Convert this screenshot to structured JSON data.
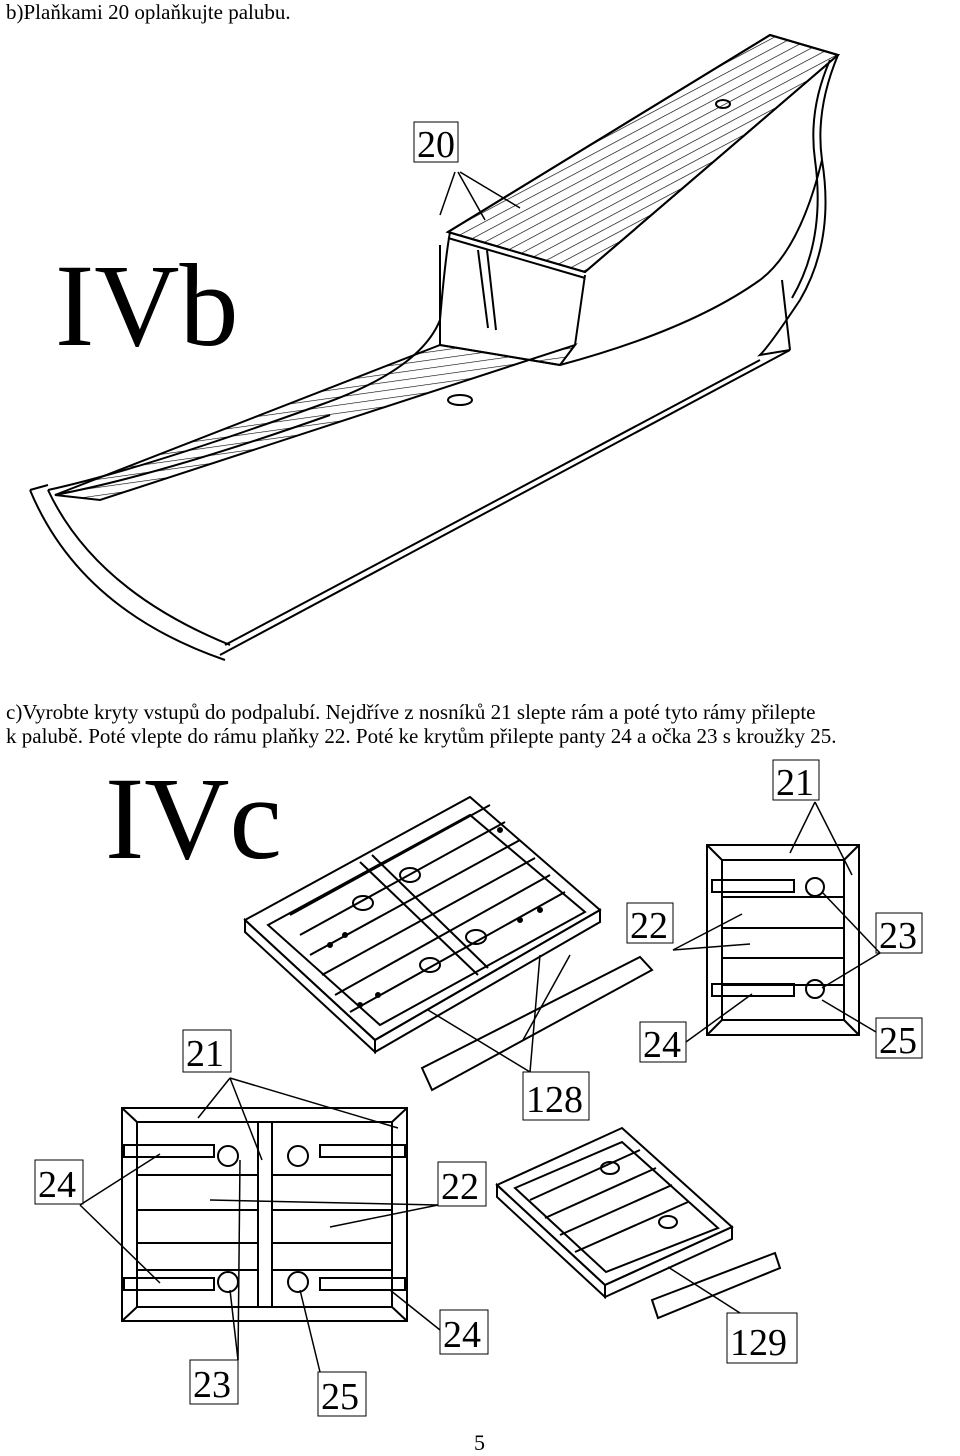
{
  "page": {
    "step_b": "b)Plaňkami 20 oplaňkujte palubu.",
    "step_c_line1": "c)Vyrobte kryty vstupů do podpalubí. Nejdříve z nosníků 21 slepte rám a poté tyto rámy přilepte",
    "step_c_line2": "k palubě. Poté vlepte do rámu plaňky 22. Poté ke krytům přilepte panty 24 a očka 23 s kroužky 25.",
    "page_number": "5"
  },
  "figures": {
    "ivb": {
      "title": "IVb",
      "callout_20": "20"
    },
    "ivc": {
      "title": "IVc",
      "callout_21_top": "21",
      "callout_22_right": "22",
      "callout_23_right": "23",
      "callout_24_right": "24",
      "callout_25_right": "25",
      "callout_128": "128",
      "callout_21_left": "21",
      "callout_24_left": "24",
      "callout_22_left": "22",
      "callout_24_bottom": "24",
      "callout_23_bottom": "23",
      "callout_25_bottom": "25",
      "callout_129": "129"
    }
  }
}
